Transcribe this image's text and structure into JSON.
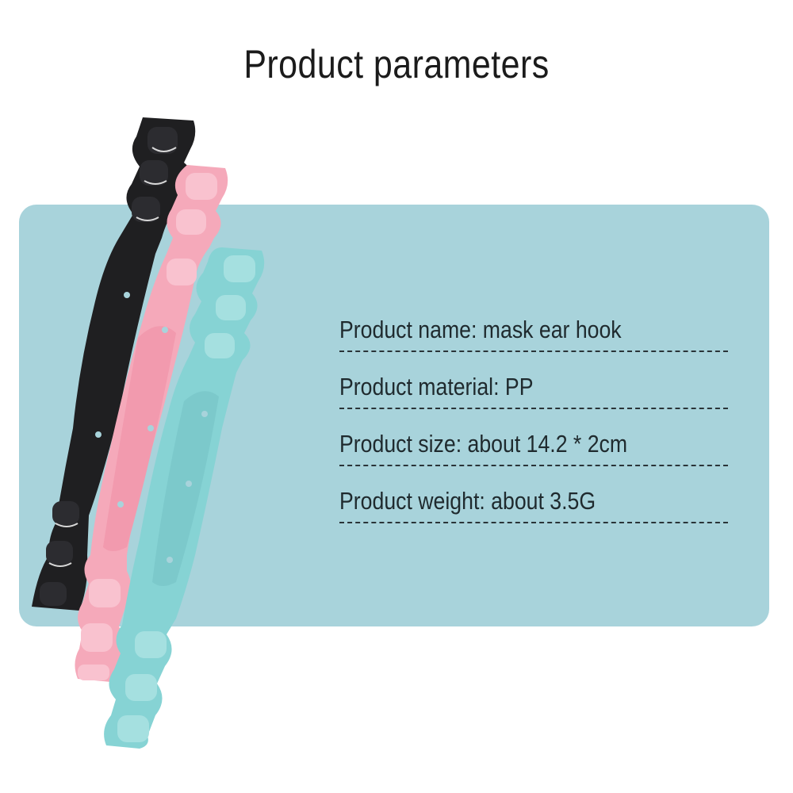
{
  "title": "Product parameters",
  "colors": {
    "panel": "#a8d3db",
    "strap_black": "#1f1f21",
    "strap_pink": "#f5a9ba",
    "strap_teal": "#86d3d4"
  },
  "params": [
    {
      "text": "Product name: mask ear hook"
    },
    {
      "text": "Product material: PP"
    },
    {
      "text": "Product size: about 14.2 * 2cm"
    },
    {
      "text": "Product weight: about 3.5G"
    }
  ]
}
